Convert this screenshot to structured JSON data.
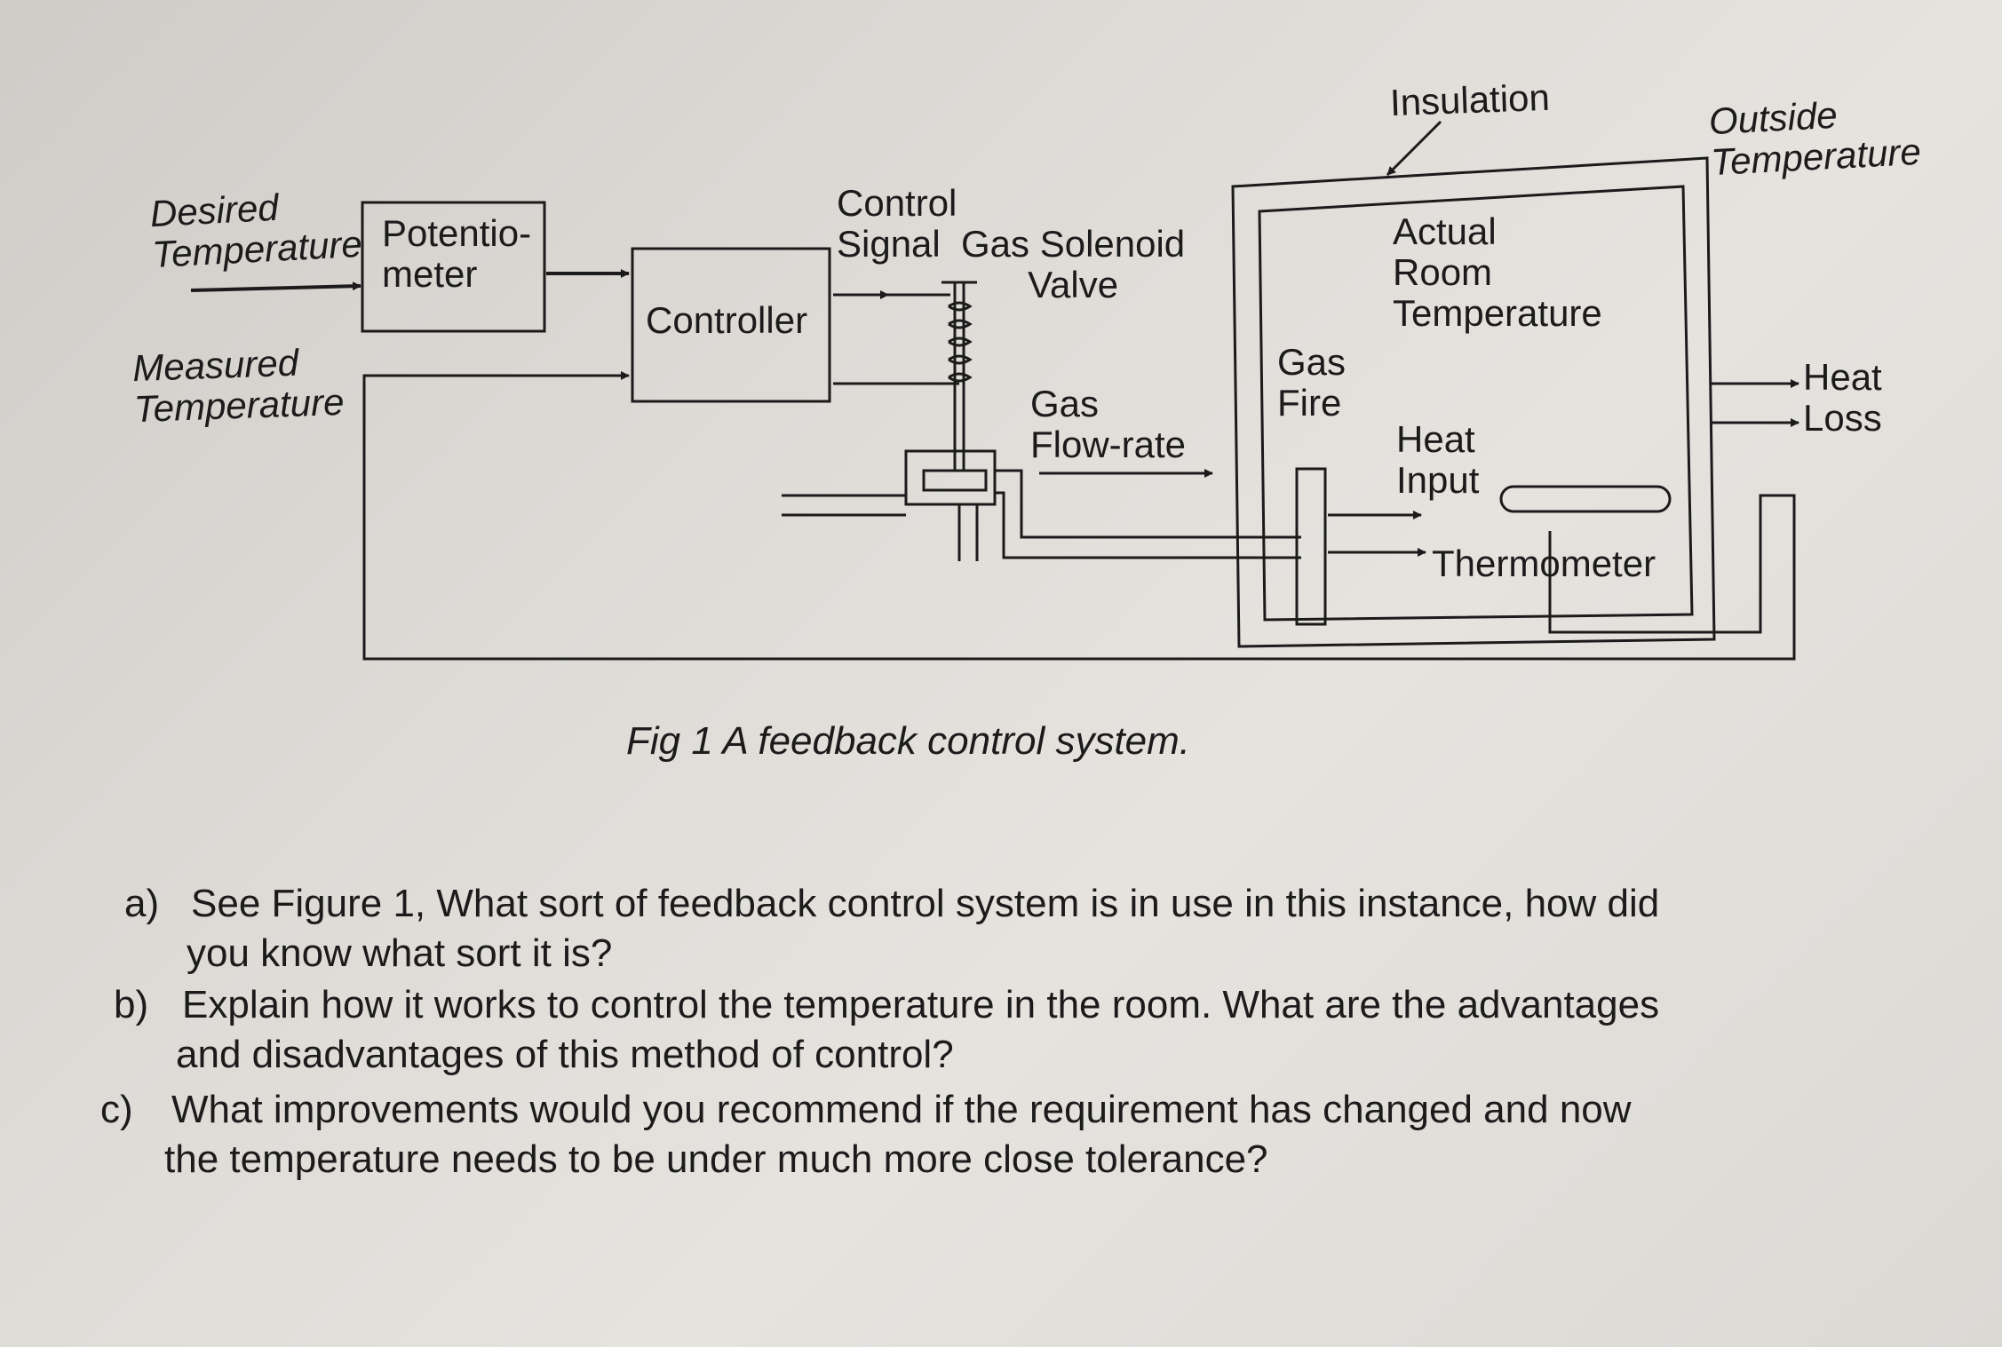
{
  "diagram": {
    "desired_temperature": [
      "Desired",
      "Temperature"
    ],
    "measured_temperature": [
      "Measured",
      "Temperature"
    ],
    "potentiometer": [
      "Potentio-",
      "meter"
    ],
    "controller": "Controller",
    "control_signal": [
      "Control",
      "Signal"
    ],
    "gas_solenoid_valve": [
      "Gas Solenoid",
      "Valve"
    ],
    "gas_flow_rate": [
      "Gas",
      "Flow-rate"
    ],
    "gas_fire": [
      "Gas",
      "Fire"
    ],
    "insulation": "Insulation",
    "outside_temperature": [
      "Outside",
      "Temperature"
    ],
    "actual_room_temperature": [
      "Actual",
      "Room",
      "Temperature"
    ],
    "heat_input": [
      "Heat",
      "Input"
    ],
    "thermometer": "Thermometer",
    "heat_loss": [
      "Heat",
      "Loss"
    ]
  },
  "caption": "Fig 1 A feedback control system.",
  "questions": [
    {
      "letter": "a)",
      "lines": [
        "See Figure 1, What sort of feedback control system is in use in this instance, how did",
        "you know what sort it is?"
      ]
    },
    {
      "letter": "b)",
      "lines": [
        "Explain how it works to control the temperature in the room. What are the advantages",
        "and disadvantages of this method of control?"
      ]
    },
    {
      "letter": "c)",
      "lines": [
        "What improvements would you recommend if the requirement has changed and now",
        "the temperature needs to be under much more close tolerance?"
      ]
    }
  ]
}
